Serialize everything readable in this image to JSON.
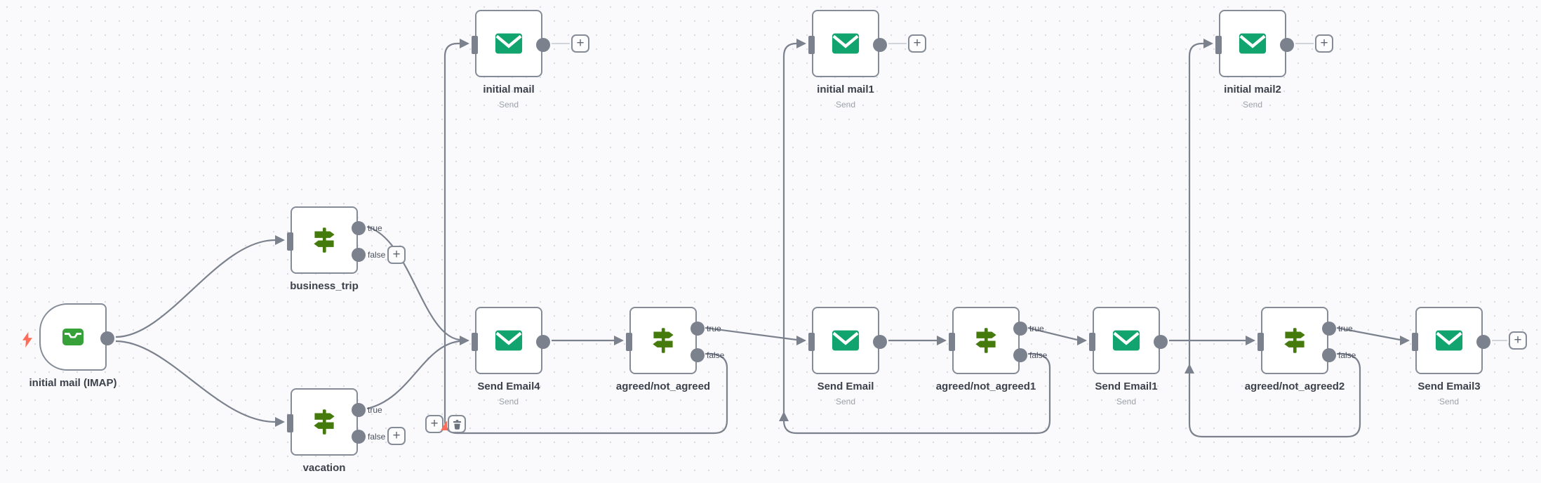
{
  "canvas": {
    "background_color": "#fafafc",
    "dot_color": "#dddde3",
    "connection_color": "#7b818d"
  },
  "colors": {
    "email_icon": "#12a46e",
    "if_icon": "#457a0c",
    "trigger_icon": "#35a138",
    "bolt": "#ff6d5a",
    "node_border": "#858c98",
    "port": "#7b818d",
    "label": "#3c414b",
    "sublabel": "#9ba1aa"
  },
  "icons": {
    "email_send": "envelope-icon",
    "if_condition": "signpost-icon",
    "email_trigger": "inbox-icon",
    "trigger_flash": "lightning-icon",
    "add": "+",
    "delete": "trash-icon"
  },
  "nodes": [
    {
      "id": "initial-mail-imap",
      "label": "initial mail (IMAP)",
      "type": "email-trigger",
      "icon": "inbox-icon"
    },
    {
      "id": "business-trip",
      "label": "business_trip",
      "type": "if",
      "icon": "signpost-icon",
      "outputs": [
        {
          "label": "true"
        },
        {
          "label": "false"
        }
      ]
    },
    {
      "id": "vacation",
      "label": "vacation",
      "type": "if",
      "icon": "signpost-icon",
      "outputs": [
        {
          "label": "true"
        },
        {
          "label": "false"
        }
      ]
    },
    {
      "id": "initial-mail",
      "label": "initial mail",
      "sublabel": "Send",
      "type": "email-send",
      "icon": "envelope-icon"
    },
    {
      "id": "send-email4",
      "label": "Send Email4",
      "sublabel": "Send",
      "type": "email-send",
      "icon": "envelope-icon"
    },
    {
      "id": "agreed-not-agreed",
      "label": "agreed/not_agreed",
      "type": "if",
      "icon": "signpost-icon",
      "outputs": [
        {
          "label": "true"
        },
        {
          "label": "false"
        }
      ]
    },
    {
      "id": "initial-mail1",
      "label": "initial mail1",
      "sublabel": "Send",
      "type": "email-send",
      "icon": "envelope-icon"
    },
    {
      "id": "send-email",
      "label": "Send Email",
      "sublabel": "Send",
      "type": "email-send",
      "icon": "envelope-icon"
    },
    {
      "id": "agreed-not-agreed1",
      "label": "agreed/not_agreed1",
      "type": "if",
      "icon": "signpost-icon",
      "outputs": [
        {
          "label": "true"
        },
        {
          "label": "false"
        }
      ]
    },
    {
      "id": "send-email1",
      "label": "Send Email1",
      "sublabel": "Send",
      "type": "email-send",
      "icon": "envelope-icon"
    },
    {
      "id": "initial-mail2",
      "label": "initial mail2",
      "sublabel": "Send",
      "type": "email-send",
      "icon": "envelope-icon"
    },
    {
      "id": "agreed-not-agreed2",
      "label": "agreed/not_agreed2",
      "type": "if",
      "icon": "signpost-icon",
      "outputs": [
        {
          "label": "true"
        },
        {
          "label": "false"
        }
      ]
    },
    {
      "id": "send-email3",
      "label": "Send Email3",
      "sublabel": "Send",
      "type": "email-send",
      "icon": "envelope-icon"
    }
  ],
  "connections": [
    {
      "from": "initial mail (IMAP)",
      "to": "business_trip"
    },
    {
      "from": "initial mail (IMAP)",
      "to": "vacation"
    },
    {
      "from": "business_trip",
      "output": "true",
      "to": "Send Email4"
    },
    {
      "from": "vacation",
      "output": "true",
      "to": "Send Email4"
    },
    {
      "from": "Send Email4",
      "to": "agreed/not_agreed"
    },
    {
      "from": "agreed/not_agreed",
      "output": "true",
      "to": "Send Email"
    },
    {
      "from": "agreed/not_agreed",
      "output": "false",
      "to": "initial mail"
    },
    {
      "from": "Send Email",
      "to": "agreed/not_agreed1"
    },
    {
      "from": "agreed/not_agreed1",
      "output": "true",
      "to": "Send Email1"
    },
    {
      "from": "agreed/not_agreed1",
      "output": "false",
      "to": "initial mail1"
    },
    {
      "from": "Send Email1",
      "to": "agreed/not_agreed2"
    },
    {
      "from": "agreed/not_agreed2",
      "output": "true",
      "to": "Send Email3"
    },
    {
      "from": "agreed/not_agreed2",
      "output": "false",
      "to": "initial mail2"
    }
  ],
  "toolbar": {
    "add_label": "+",
    "delete_label": "delete-connection"
  }
}
